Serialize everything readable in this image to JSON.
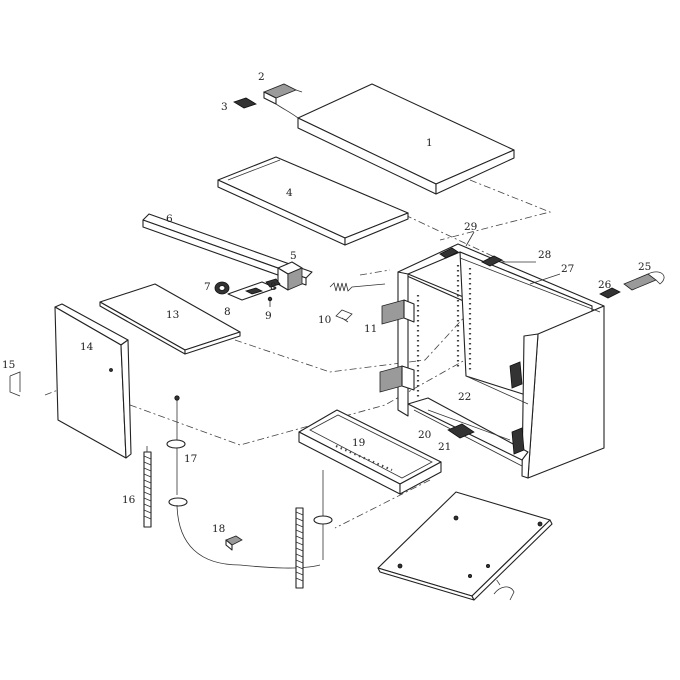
{
  "labels": {
    "p1": "1",
    "p2": "2",
    "p3": "3",
    "p4": "4",
    "p5": "5",
    "p6": "6",
    "p7": "7",
    "p8a": "8",
    "p8b": "8",
    "p9": "9",
    "p10": "10",
    "p11": "11",
    "p13": "13",
    "p14": "14",
    "p15": "15",
    "p16": "16",
    "p17": "17",
    "p18": "18",
    "p19": "19",
    "p20": "20",
    "p21": "21",
    "p22": "22",
    "p25": "25",
    "p26": "26",
    "p27": "27",
    "p28": "28",
    "p29": "29"
  }
}
